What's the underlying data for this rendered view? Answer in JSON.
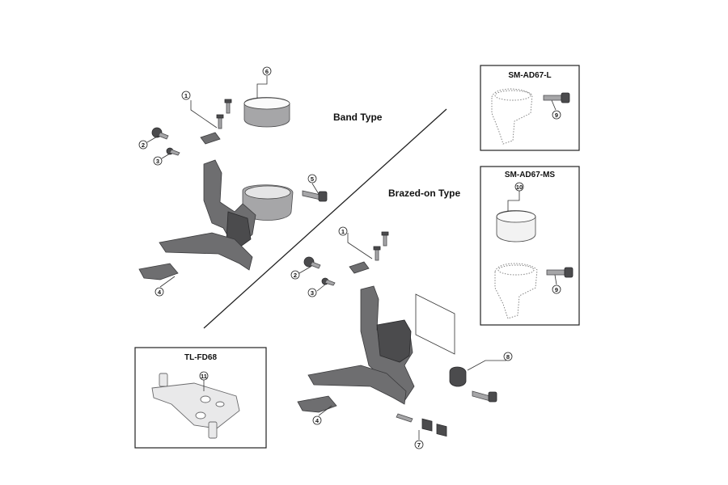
{
  "sections": {
    "band_type": "Band Type",
    "brazed_on_type": "Brazed-on Type"
  },
  "boxes": {
    "sm_ad67_l": "SM-AD67-L",
    "sm_ad67_ms": "SM-AD67-MS",
    "tl_fd68": "TL-FD68"
  },
  "callouts": {
    "band_1": "1",
    "band_2": "2",
    "band_3": "3",
    "band_4": "4",
    "band_5": "5",
    "band_6": "6",
    "braze_1": "1",
    "braze_2": "2",
    "braze_3": "3",
    "braze_4": "4",
    "braze_7": "7",
    "braze_8": "8",
    "l_9": "9",
    "ms_9": "9",
    "ms_10": "10",
    "tool_11": "11"
  },
  "colors": {
    "part_dark": "#4b4b4d",
    "part_mid": "#6e6e70",
    "part_light": "#a6a6a8",
    "line": "#333333"
  }
}
